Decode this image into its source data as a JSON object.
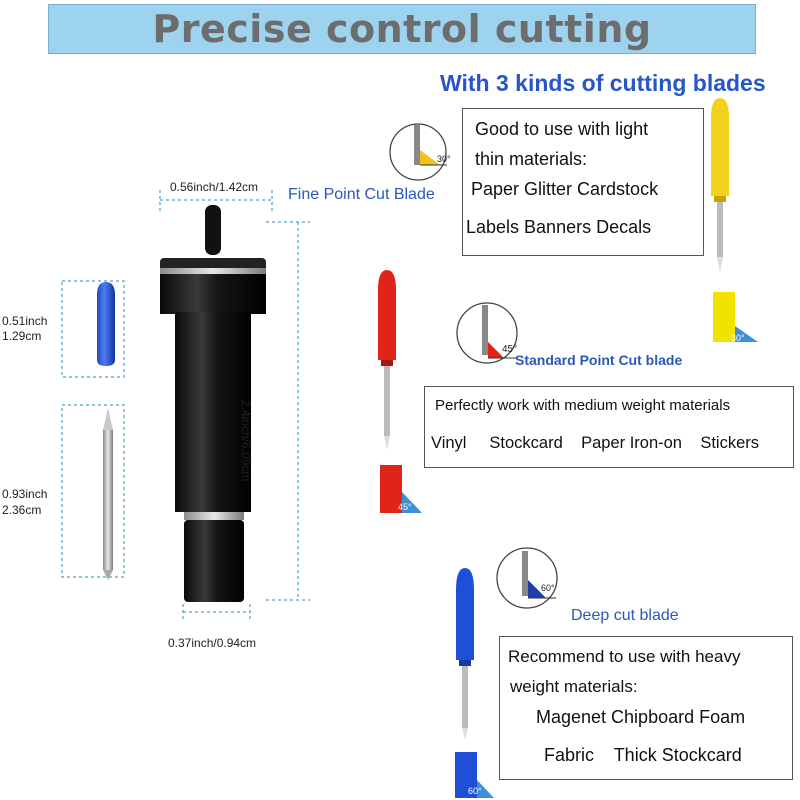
{
  "title": "Precise control cutting",
  "subtitle": "With 3 kinds of cutting blades",
  "dimensions": {
    "housing_width": "0.56inch/1.42cm",
    "housing_length": "2.4inch/6.09cm",
    "tip_width": "0.37inch/0.94cm",
    "cap_length_in": "0.51inch",
    "cap_length_cm": "1.29cm",
    "blade_length_in": "0.93inch",
    "blade_length_cm": "2.36cm"
  },
  "blades": [
    {
      "name": "Fine Point Cut Blade",
      "angle": "30°",
      "color": "#f2d21c",
      "lines": [
        "Good to use with light",
        "thin materials:",
        "Paper  Glitter  Cardstock",
        "Labels  Banners Decals"
      ]
    },
    {
      "name": "Standard Point Cut blade",
      "angle": "45°",
      "color": "#e0241a",
      "lines": [
        "Perfectly work with medium weight materials",
        "Vinyl     Stockcard    Paper Iron-on    Stickers"
      ]
    },
    {
      "name": "Deep cut blade",
      "angle": "60°",
      "color": "#1f4fd6",
      "lines": [
        "Recommend to use with heavy",
        "weight materials:",
        "Magenet  Chipboard  Foam",
        "Fabric    Thick Stockcard"
      ]
    }
  ]
}
